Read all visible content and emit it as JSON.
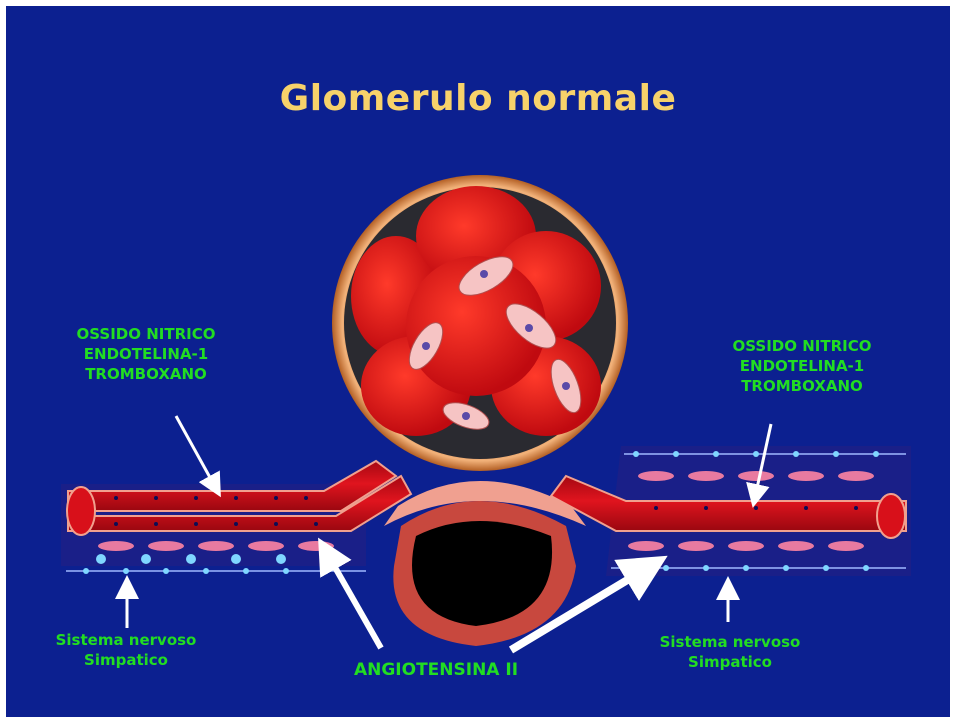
{
  "title": "Glomerulo normale",
  "left_top_label": [
    "OSSIDO NITRICO",
    "ENDOTELINA-1",
    "TROMBOXANO"
  ],
  "right_top_label": [
    "OSSIDO NITRICO",
    "ENDOTELINA-1",
    "TROMBOXANO"
  ],
  "left_bottom_label": [
    "Sistema nervoso",
    "Simpatico"
  ],
  "right_bottom_label": [
    "Sistema nervoso",
    "Simpatico"
  ],
  "center_label": "ANGIOTENSINA II",
  "colors": {
    "background": "#0c2090",
    "title": "#f7d26a",
    "label_green": "#22dd22",
    "vessel_red": "#d8101a",
    "capsule": "#e39a55"
  }
}
